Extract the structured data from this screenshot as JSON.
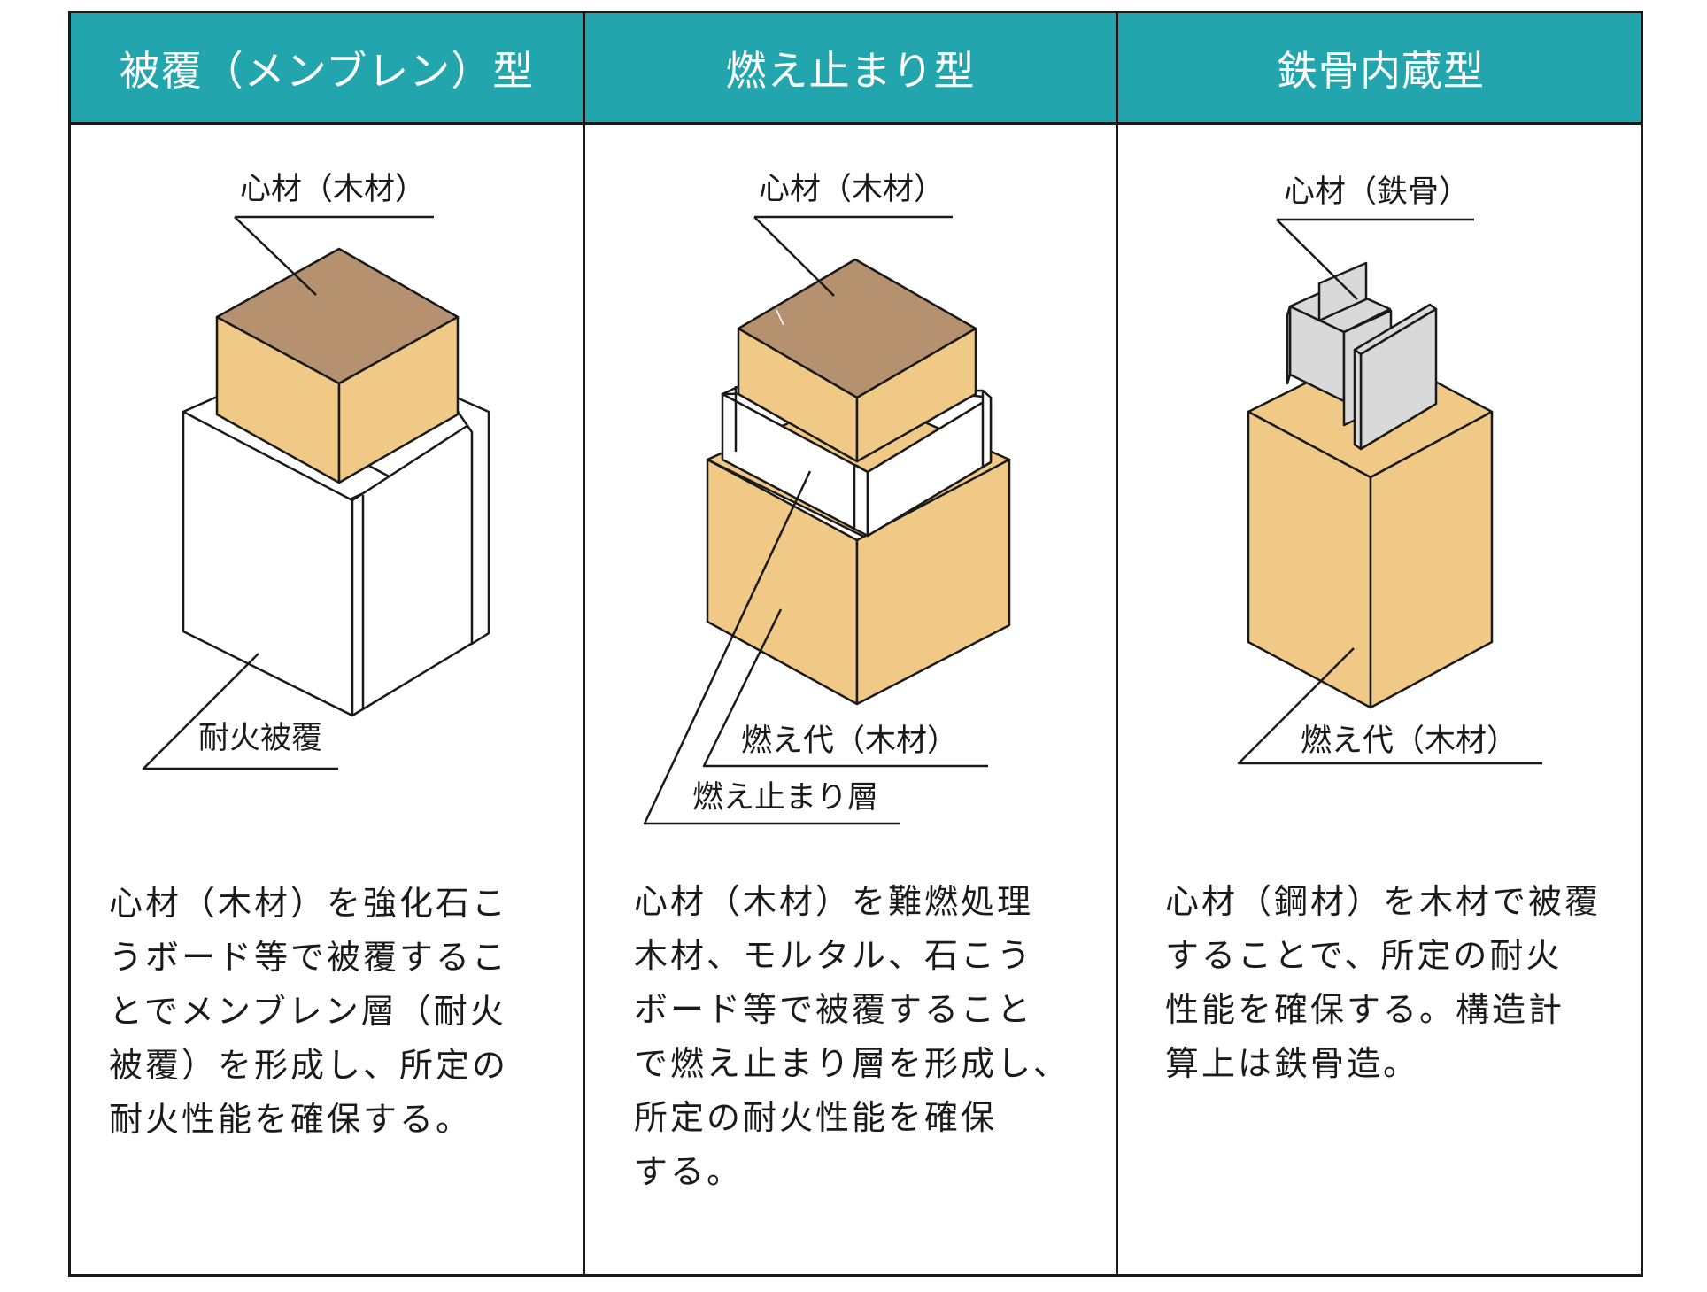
{
  "columns": [
    {
      "title": "被覆（メンブレン）型",
      "labels": {
        "core": "心材（木材）",
        "coating": "耐火被覆"
      },
      "description_lines": [
        "心材（木材）を強化石こ",
        "うボード等で被覆するこ",
        "とでメンブレン層（耐火",
        "被覆）を形成し、所定の",
        "耐火性能を確保する。"
      ]
    },
    {
      "title": "燃え止まり型",
      "labels": {
        "core": "心材（木材）",
        "burn_margin": "燃え代（木材）",
        "stop_layer": "燃え止まり層"
      },
      "description_lines": [
        "心材（木材）を難燃処理",
        "木材、モルタル、石こう",
        "ボード等で被覆すること",
        "で燃え止まり層を形成し、",
        "所定の耐火性能を確保",
        "する。"
      ]
    },
    {
      "title": "鉄骨内蔵型",
      "labels": {
        "core": "心材（鉄骨）",
        "burn_margin": "燃え代（木材）"
      },
      "description_lines": [
        "心材（鋼材）を木材で被覆",
        "することで、所定の耐火",
        "性能を確保する。構造計",
        "算上は鉄骨造。"
      ]
    }
  ],
  "colors": {
    "header_bg": "#22a5ad",
    "wood_top": "#b6916f",
    "wood_side": "#f0c987",
    "coating": "#ffffff",
    "steel": "#d9d9d9",
    "line": "#1a1a1a"
  }
}
